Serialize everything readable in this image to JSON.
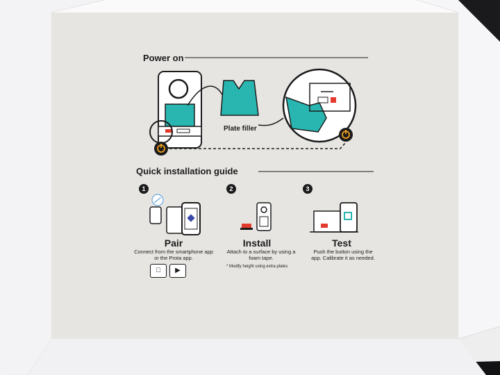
{
  "insert": {
    "section1_title": "Power on",
    "plate_label": "Plate filler",
    "section2_title": "Quick installation guide",
    "steps": [
      {
        "number": "1",
        "title": "Pair",
        "description": "Connect from the smartphone app or the Prota app."
      },
      {
        "number": "2",
        "title": "Install",
        "description": "Attach to a surface by using a foam tape.",
        "note": "* Modify height using extra plates"
      },
      {
        "number": "3",
        "title": "Test",
        "description": "Push the button using the app. Calibrate it as needed."
      }
    ],
    "store_icons": [
      "apple-icon",
      "play-store-icon"
    ]
  },
  "colors": {
    "card": "#e7e5e2",
    "ink": "#1b1b1b",
    "teal": "#29b6b1",
    "red": "#e23a2c",
    "orange": "#f2a020",
    "box": "#f4f4f6"
  }
}
